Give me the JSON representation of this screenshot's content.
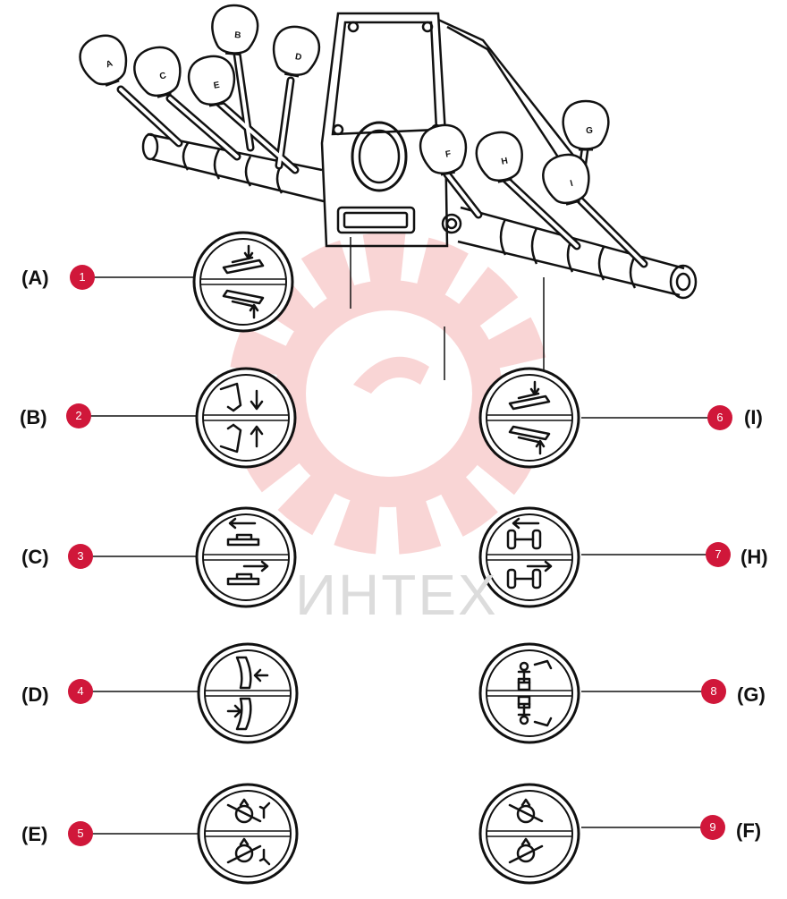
{
  "watermark": {
    "text": "ИНТЕХ",
    "color": "#f4c6c6"
  },
  "accent_color": "#d0173a",
  "levers": [
    {
      "letter": "A"
    },
    {
      "letter": "C"
    },
    {
      "letter": "E"
    },
    {
      "letter": "B"
    },
    {
      "letter": "D"
    },
    {
      "letter": "F"
    },
    {
      "letter": "H"
    },
    {
      "letter": "I"
    },
    {
      "letter": "G"
    }
  ],
  "callouts": [
    {
      "number": "1",
      "label": "(A)"
    },
    {
      "number": "2",
      "label": "(B)"
    },
    {
      "number": "3",
      "label": "(C)"
    },
    {
      "number": "4",
      "label": "(D)"
    },
    {
      "number": "5",
      "label": "(E)"
    },
    {
      "number": "6",
      "label": "(I)"
    },
    {
      "number": "7",
      "label": "(H)"
    },
    {
      "number": "8",
      "label": "(G)"
    },
    {
      "number": "9",
      "label": "(F)"
    }
  ],
  "symbols": [
    {
      "icon": "bucket-tilt-down-icon"
    },
    {
      "icon": "arm-lower-icon"
    },
    {
      "icon": "slide-left-icon"
    },
    {
      "icon": "blade-tilt-icon"
    },
    {
      "icon": "swing-left-icon"
    },
    {
      "icon": "attachment-lower-icon"
    },
    {
      "icon": "axle-shift-icon"
    },
    {
      "icon": "operator-boom-icon"
    },
    {
      "icon": "rotate-icon"
    }
  ]
}
